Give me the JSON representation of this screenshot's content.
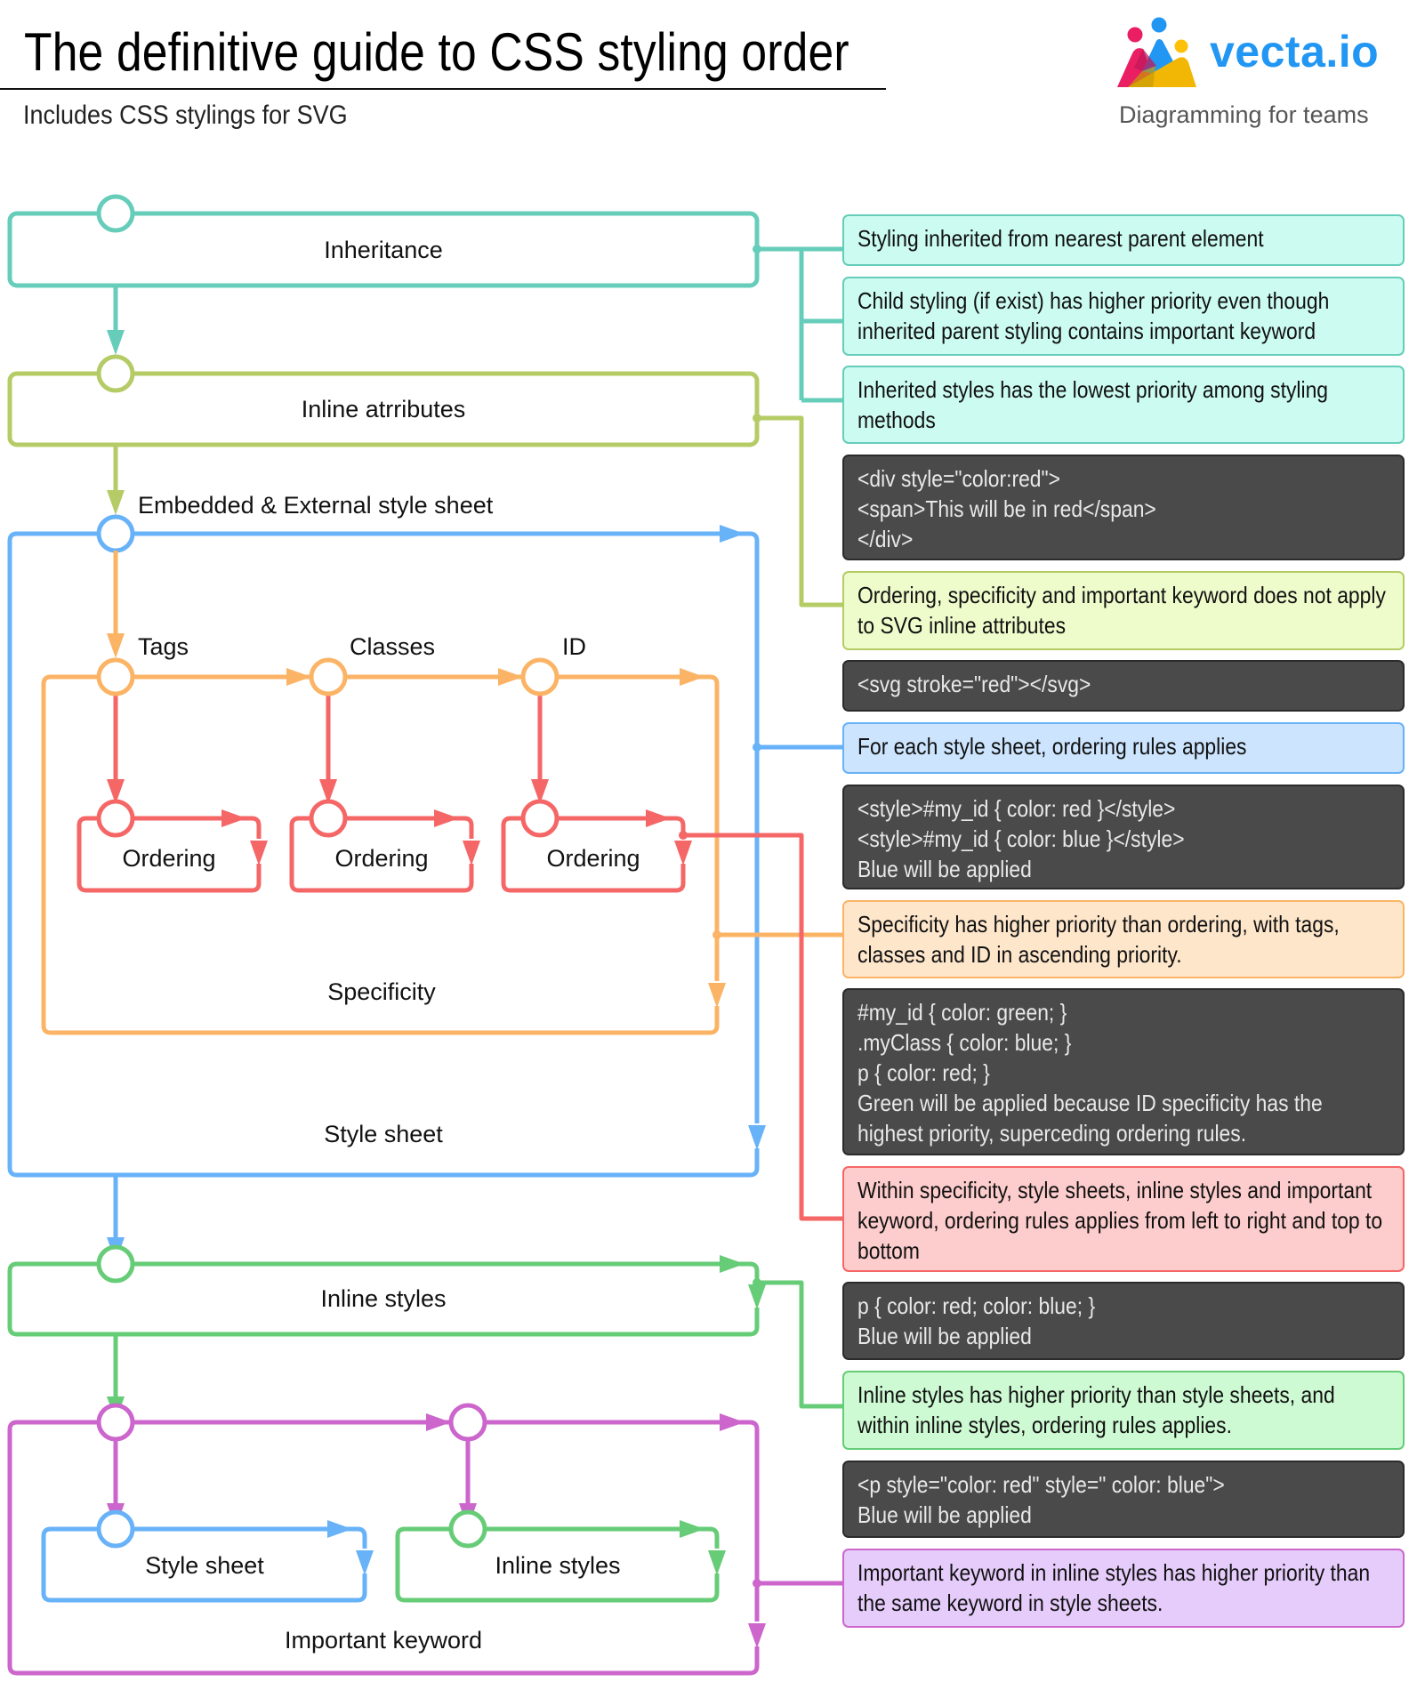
{
  "header": {
    "title": "The definitive guide to CSS styling order",
    "subtitle": "Includes CSS stylings for SVG"
  },
  "brand": {
    "name": "vecta.io",
    "tagline": "Diagramming for teams",
    "logo_icon": "vecta-logo-icon",
    "colors": {
      "brand": "#2196F3",
      "pink": "#E91E63",
      "blue": "#2196F3",
      "yellow": "#FFC107"
    }
  },
  "palette": {
    "teal": {
      "stroke": "#66CDBA",
      "fill": "#CBFBF1"
    },
    "olive": {
      "stroke": "#B5CC66",
      "fill": "#EEFCCB"
    },
    "blue": {
      "stroke": "#68B2F8",
      "fill": "#CCE4FD"
    },
    "orange": {
      "stroke": "#FBB466",
      "fill": "#FEE6CB"
    },
    "red": {
      "stroke": "#F56767",
      "fill": "#FDCCCC"
    },
    "green": {
      "stroke": "#66CC77",
      "fill": "#CDFAD3"
    },
    "purple": {
      "stroke": "#CC66CC",
      "fill": "#E6CCFB"
    },
    "dark": {
      "fill": "#4A4A4A",
      "text": "#E8E8E8"
    }
  },
  "diagram": {
    "inheritance": "Inheritance",
    "inline_attributes": "Inline atrributes",
    "embedded_label": "Embedded & External style sheet",
    "tags": "Tags",
    "classes": "Classes",
    "id": "ID",
    "ordering": "Ordering",
    "specificity": "Specificity",
    "style_sheet": "Style sheet",
    "inline_styles": "Inline styles",
    "important_style_sheet": "Style sheet",
    "important_inline_styles": "Inline styles",
    "important_keyword": "Important keyword"
  },
  "notes": [
    {
      "kind": "teal",
      "text": "Styling inherited from nearest parent element"
    },
    {
      "kind": "teal",
      "text": "Child styling (if exist) has higher priority even though inherited parent styling contains important keyword"
    },
    {
      "kind": "teal",
      "text": "Inherited styles has the lowest priority among styling methods"
    },
    {
      "kind": "dark",
      "text": "<div style=\"color:red\">\n   <span>This will be in red</span>\n</div>"
    },
    {
      "kind": "olive",
      "text": "Ordering, specificity and important keyword does not apply to SVG inline attributes"
    },
    {
      "kind": "dark",
      "text": "<svg stroke=\"red\"></svg>"
    },
    {
      "kind": "blue",
      "text": "For each style sheet, ordering rules applies"
    },
    {
      "kind": "dark",
      "text": "<style>#my_id { color: red }</style>\n<style>#my_id { color: blue }</style>\nBlue will be applied"
    },
    {
      "kind": "orange",
      "text": "Specificity has higher priority than ordering, with tags, classes and ID in ascending priority."
    },
    {
      "kind": "dark",
      "text": "#my_id { color: green; }\n.myClass { color: blue; }\np { color: red; }\nGreen will be applied because ID specificity has the highest priority, superceding ordering rules."
    },
    {
      "kind": "red",
      "text": "Within specificity, style sheets, inline styles and important keyword, ordering rules applies from left to right and top to bottom"
    },
    {
      "kind": "dark",
      "text": "p { color: red; color: blue; }\nBlue will be applied"
    },
    {
      "kind": "green",
      "text": "Inline styles has higher priority than style sheets, and within inline styles, ordering rules applies."
    },
    {
      "kind": "dark",
      "text": "<p style=\"color: red\" style=\" color: blue\">\nBlue will be applied"
    },
    {
      "kind": "purple",
      "text": "Important keyword in inline styles has higher priority than the same keyword in style sheets."
    }
  ]
}
